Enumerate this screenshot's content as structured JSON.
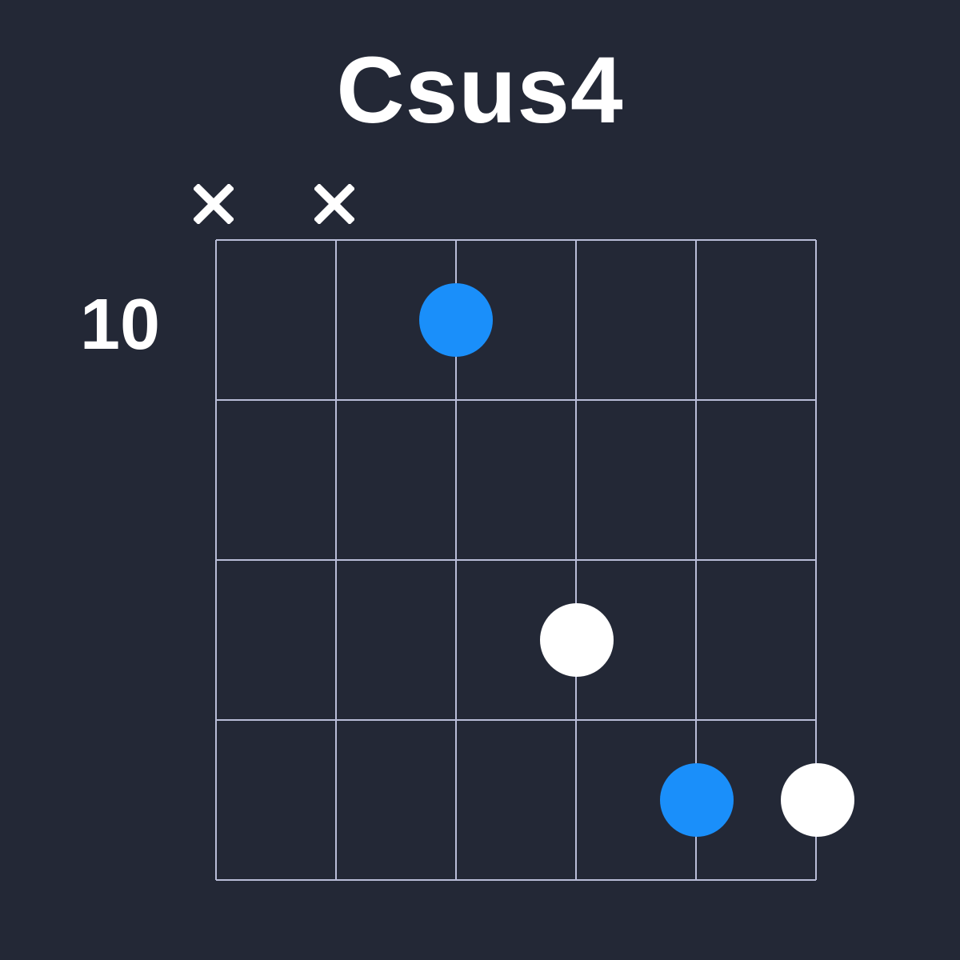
{
  "title": "Csus4",
  "fret_label": "10",
  "colors": {
    "background": "#232836",
    "grid": "#b8bcd8",
    "text": "#ffffff",
    "root_dot": "#1a8ffa",
    "note_dot": "#ffffff"
  },
  "diagram": {
    "strings": 6,
    "frets_shown": 4,
    "starting_fret": 10,
    "muted_strings": [
      1,
      2
    ],
    "dots": [
      {
        "string": 3,
        "fret": 1,
        "type": "root",
        "color": "#1a8ffa"
      },
      {
        "string": 4,
        "fret": 3,
        "type": "note",
        "color": "#ffffff"
      },
      {
        "string": 5,
        "fret": 4,
        "type": "root",
        "color": "#1a8ffa"
      },
      {
        "string": 6,
        "fret": 4,
        "type": "note",
        "color": "#ffffff"
      }
    ]
  },
  "icons": {
    "mute": "x-mark"
  }
}
